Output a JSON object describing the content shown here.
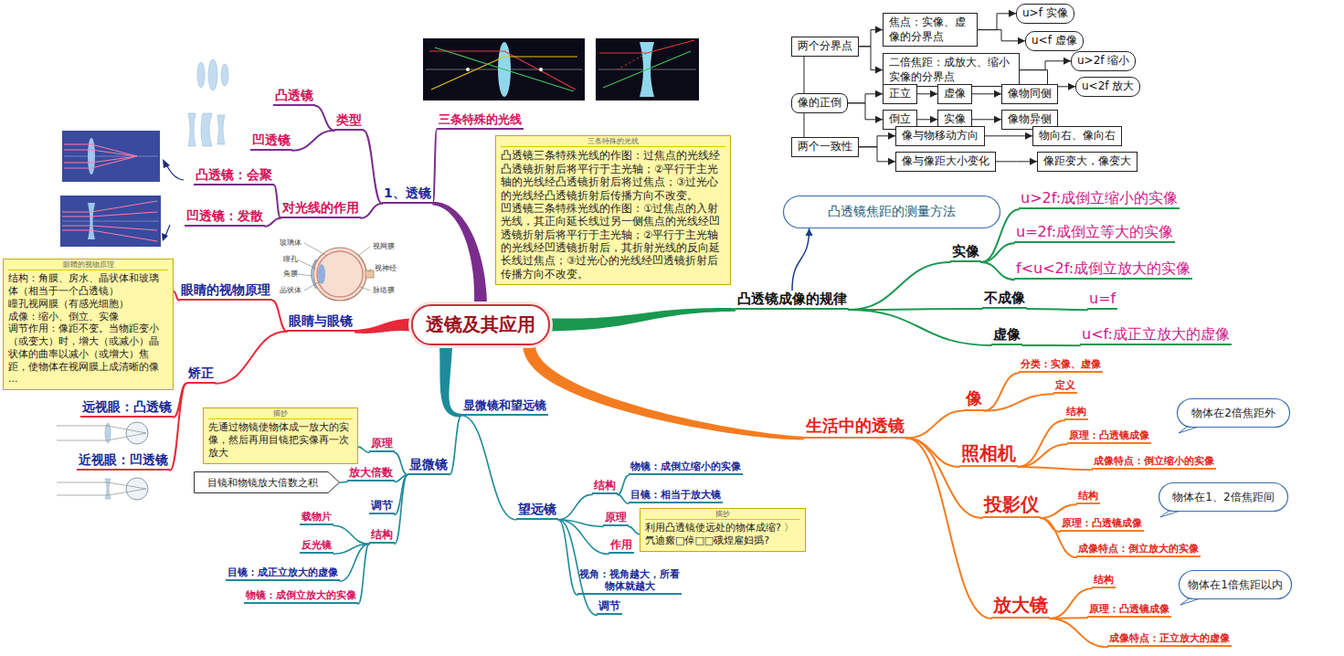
{
  "diagram": {
    "nodes": [
      {
        "text": [
          "透镜及其应用"
        ]
      },
      {
        "text": [
          "1、透镜"
        ]
      },
      {
        "text": [
          "类型"
        ]
      },
      {
        "text": [
          "凸透镜"
        ]
      },
      {
        "text": [
          "凹透镜"
        ]
      },
      {
        "text": [
          "对光线的作用"
        ]
      },
      {
        "text": [
          "凸透镜：会聚"
        ]
      },
      {
        "text": [
          "凹透镜：发散"
        ]
      },
      {
        "text": [
          "三条特殊的光线"
        ]
      },
      {
        "text": [
          "三条特殊的光线",
          "凸透镜三条特殊光线的作图：过焦点的光线经凸透镜折射后将平行于主光轴；②平行于主光轴的光线经凸透镜折射后将过焦点；③过光心的光线经凸透镜折射后传播方向不改变。",
          "凹透镜三条特殊光线的作图：①过焦点的入射光线，其正向延长线过另一侧焦点的光线经凹透镜折射后将平行于主光轴；②平行于主光轴的光线经凹透镜折射后，其折射光线的反向延长线过焦点；③过光心的光线经凹透镜折射后传播方向不改变。"
        ]
      },
      {
        "text": [
          "眼睛与眼镜"
        ]
      },
      {
        "text": [
          "眼睛的视物原理"
        ]
      },
      {
        "text": [
          "眼睛的视物原理",
          "结构：角膜、房水、晶状体和玻璃体（相当于一个凸透镜）",
          "瞳孔视网膜（有感光细胞）",
          "成像：缩小、倒立、实像",
          "调节作用：像距不变。当物距变小（或变大）时，增大（或减小）晶状体的曲率以减小（或增大）焦距，使物体在视网膜上成清晰的像",
          "..."
        ]
      },
      {
        "text": [
          "矫正"
        ]
      },
      {
        "text": [
          "远视眼：凸透镜"
        ]
      },
      {
        "text": [
          "近视眼：凹透镜"
        ]
      },
      {
        "text": [
          "显微镜和望远镜"
        ]
      },
      {
        "text": [
          "显微镜"
        ]
      },
      {
        "text": [
          "原理"
        ]
      },
      {
        "text": [
          "摘抄",
          "先通过物镜使物体成一放大的实像，然后再用目镜把实像再一次放大"
        ]
      },
      {
        "text": [
          "放大倍数"
        ]
      },
      {
        "text": [
          "目镜和物镜放大倍数之积"
        ]
      },
      {
        "text": [
          "调节"
        ]
      },
      {
        "text": [
          "结构"
        ]
      },
      {
        "text": [
          "载物片"
        ]
      },
      {
        "text": [
          "反光镜"
        ]
      },
      {
        "text": [
          "目镜：成正立放大的虚像"
        ]
      },
      {
        "text": [
          "物镜：成倒立放大的实像"
        ]
      },
      {
        "text": [
          "望远镜"
        ]
      },
      {
        "text": [
          "结构"
        ]
      },
      {
        "text": [
          "物镜：成倒立缩小的实像"
        ]
      },
      {
        "text": [
          "目镜：相当于放大镜"
        ]
      },
      {
        "text": [
          "原理"
        ]
      },
      {
        "text": [
          "摘抄",
          "利用凸透镜使远处的物体成缩? 〉氕迪瘢□倬□□硪煌雇妇撝?"
        ]
      },
      {
        "text": [
          "作用"
        ]
      },
      {
        "text": [
          "视角：视角越大，所看物体就越大"
        ]
      },
      {
        "text": [
          "调节"
        ]
      },
      {
        "text": [
          "凸透镜成像的规律"
        ]
      },
      {
        "text": [
          "凸透镜焦距的测量方法"
        ]
      },
      {
        "text": [
          "实像"
        ]
      },
      {
        "text": [
          "u>2f:成倒立缩小的实像"
        ]
      },
      {
        "text": [
          "u=2f:成倒立等大的实像"
        ]
      },
      {
        "text": [
          "f<u<2f:成倒立放大的实像"
        ]
      },
      {
        "text": [
          "不成像"
        ]
      },
      {
        "text": [
          "u=f"
        ]
      },
      {
        "text": [
          "虚像"
        ]
      },
      {
        "text": [
          "u<f:成正立放大的虚像"
        ]
      },
      {
        "text": [
          "两个分界点"
        ]
      },
      {
        "text": [
          "焦点：实像、虚像的分界点"
        ]
      },
      {
        "text": [
          "u>f 实像"
        ]
      },
      {
        "text": [
          "u<f 虚像"
        ]
      },
      {
        "text": [
          "二倍焦距：成放大、缩小实像的分界点"
        ]
      },
      {
        "text": [
          "u>2f 缩小"
        ]
      },
      {
        "text": [
          "u<2f 放大"
        ]
      },
      {
        "text": [
          "像的正倒"
        ]
      },
      {
        "text": [
          "正立"
        ]
      },
      {
        "text": [
          "虚像"
        ]
      },
      {
        "text": [
          "像物同侧"
        ]
      },
      {
        "text": [
          "倒立"
        ]
      },
      {
        "text": [
          "实像"
        ]
      },
      {
        "text": [
          "像物异侧"
        ]
      },
      {
        "text": [
          "两个一致性"
        ]
      },
      {
        "text": [
          "像与物移动方向"
        ]
      },
      {
        "text": [
          "物向右、像向右"
        ]
      },
      {
        "text": [
          "像与像距大小变化"
        ]
      },
      {
        "text": [
          "像距变大，像变大"
        ]
      },
      {
        "text": [
          "生活中的透镜"
        ]
      },
      {
        "text": [
          "像"
        ]
      },
      {
        "text": [
          "分类：实像、虚像"
        ]
      },
      {
        "text": [
          "定义"
        ]
      },
      {
        "text": [
          "照相机"
        ]
      },
      {
        "text": [
          "结构"
        ]
      },
      {
        "text": [
          "原理：凸透镜成像"
        ]
      },
      {
        "text": [
          "成像特点：倒立缩小的实像"
        ]
      },
      {
        "text": [
          "物体在2倍焦距外"
        ]
      },
      {
        "text": [
          "投影仪"
        ]
      },
      {
        "text": [
          "结构"
        ]
      },
      {
        "text": [
          "原理：凸透镜成像"
        ]
      },
      {
        "text": [
          "成像特点：倒立放大的实像"
        ]
      },
      {
        "text": [
          "物体在1、2倍焦距间"
        ]
      },
      {
        "text": [
          "放大镜"
        ]
      },
      {
        "text": [
          "结构"
        ]
      },
      {
        "text": [
          "原理：凸透镜成像"
        ]
      },
      {
        "text": [
          "成像特点：正立放大的虚像"
        ]
      },
      {
        "text": [
          "物体在1倍焦距以内"
        ]
      }
    ],
    "edges": [
      {
        "from": 0,
        "to": 1,
        "arrow": "none"
      },
      {
        "from": 1,
        "to": 2,
        "arrow": "none"
      },
      {
        "from": 2,
        "to": 3,
        "arrow": "none"
      },
      {
        "from": 2,
        "to": 4,
        "arrow": "none"
      },
      {
        "from": 1,
        "to": 5,
        "arrow": "none"
      },
      {
        "from": 5,
        "to": 6,
        "arrow": "none"
      },
      {
        "from": 5,
        "to": 7,
        "arrow": "none"
      },
      {
        "from": 1,
        "to": 8,
        "arrow": "none"
      },
      {
        "from": 0,
        "to": 10,
        "arrow": "none"
      },
      {
        "from": 10,
        "to": 11,
        "arrow": "none"
      },
      {
        "from": 11,
        "to": 12,
        "arrow": "none"
      },
      {
        "from": 10,
        "to": 13,
        "arrow": "none"
      },
      {
        "from": 13,
        "to": 14,
        "arrow": "none"
      },
      {
        "from": 13,
        "to": 15,
        "arrow": "none"
      },
      {
        "from": 0,
        "to": 16,
        "arrow": "none"
      },
      {
        "from": 16,
        "to": 17,
        "arrow": "none"
      },
      {
        "from": 17,
        "to": 18,
        "arrow": "none"
      },
      {
        "from": 18,
        "to": 19,
        "arrow": "none"
      },
      {
        "from": 17,
        "to": 20,
        "arrow": "none"
      },
      {
        "from": 20,
        "to": 21,
        "arrow": "none"
      },
      {
        "from": 17,
        "to": 22,
        "arrow": "none"
      },
      {
        "from": 17,
        "to": 23,
        "arrow": "none"
      },
      {
        "from": 23,
        "to": 24,
        "arrow": "none"
      },
      {
        "from": 23,
        "to": 25,
        "arrow": "none"
      },
      {
        "from": 23,
        "to": 26,
        "arrow": "none"
      },
      {
        "from": 23,
        "to": 27,
        "arrow": "none"
      },
      {
        "from": 16,
        "to": 28,
        "arrow": "none"
      },
      {
        "from": 28,
        "to": 29,
        "arrow": "none"
      },
      {
        "from": 29,
        "to": 30,
        "arrow": "none"
      },
      {
        "from": 29,
        "to": 31,
        "arrow": "none"
      },
      {
        "from": 28,
        "to": 32,
        "arrow": "none"
      },
      {
        "from": 32,
        "to": 33,
        "arrow": "none"
      },
      {
        "from": 28,
        "to": 34,
        "arrow": "none"
      },
      {
        "from": 28,
        "to": 35,
        "arrow": "none"
      },
      {
        "from": 28,
        "to": 36,
        "arrow": "none"
      },
      {
        "from": 0,
        "to": 37,
        "arrow": "none"
      },
      {
        "from": 37,
        "to": 38,
        "arrow": "to"
      },
      {
        "from": 37,
        "to": 39,
        "arrow": "none"
      },
      {
        "from": 39,
        "to": 40,
        "arrow": "none"
      },
      {
        "from": 39,
        "to": 41,
        "arrow": "none"
      },
      {
        "from": 39,
        "to": 42,
        "arrow": "none"
      },
      {
        "from": 37,
        "to": 43,
        "arrow": "none"
      },
      {
        "from": 43,
        "to": 44,
        "arrow": "none"
      },
      {
        "from": 37,
        "to": 45,
        "arrow": "none"
      },
      {
        "from": 45,
        "to": 46,
        "arrow": "none"
      },
      {
        "from": 47,
        "to": 48,
        "arrow": "to"
      },
      {
        "from": 48,
        "to": 49,
        "arrow": "to"
      },
      {
        "from": 48,
        "to": 50,
        "arrow": "to"
      },
      {
        "from": 47,
        "to": 51,
        "arrow": "to"
      },
      {
        "from": 51,
        "to": 52,
        "arrow": "to"
      },
      {
        "from": 51,
        "to": 53,
        "arrow": "to"
      },
      {
        "from": 47,
        "to": 54,
        "arrow": "none"
      },
      {
        "from": 54,
        "to": 55,
        "arrow": "to"
      },
      {
        "from": 55,
        "to": 56,
        "arrow": "to"
      },
      {
        "from": 56,
        "to": 57,
        "arrow": "to"
      },
      {
        "from": 54,
        "to": 58,
        "arrow": "to"
      },
      {
        "from": 58,
        "to": 59,
        "arrow": "to"
      },
      {
        "from": 59,
        "to": 60,
        "arrow": "to"
      },
      {
        "from": 54,
        "to": 61,
        "arrow": "none"
      },
      {
        "from": 61,
        "to": 62,
        "arrow": "to"
      },
      {
        "from": 62,
        "to": 63,
        "arrow": "to"
      },
      {
        "from": 61,
        "to": 64,
        "arrow": "to"
      },
      {
        "from": 64,
        "to": 65,
        "arrow": "to"
      },
      {
        "from": 0,
        "to": 66,
        "arrow": "none"
      },
      {
        "from": 66,
        "to": 67,
        "arrow": "none"
      },
      {
        "from": 67,
        "to": 68,
        "arrow": "none"
      },
      {
        "from": 67,
        "to": 69,
        "arrow": "none"
      },
      {
        "from": 66,
        "to": 70,
        "arrow": "none"
      },
      {
        "from": 70,
        "to": 71,
        "arrow": "none"
      },
      {
        "from": 70,
        "to": 72,
        "arrow": "none"
      },
      {
        "from": 70,
        "to": 73,
        "arrow": "none"
      },
      {
        "from": 66,
        "to": 75,
        "arrow": "none"
      },
      {
        "from": 75,
        "to": 76,
        "arrow": "none"
      },
      {
        "from": 75,
        "to": 77,
        "arrow": "none"
      },
      {
        "from": 75,
        "to": 78,
        "arrow": "none"
      },
      {
        "from": 66,
        "to": 80,
        "arrow": "none"
      },
      {
        "from": 80,
        "to": 81,
        "arrow": "none"
      },
      {
        "from": 80,
        "to": 82,
        "arrow": "none"
      },
      {
        "from": 80,
        "to": 83,
        "arrow": "none"
      }
    ],
    "labels": [
      "玻璃体",
      "瞳孔",
      "角膜",
      "晶状体",
      "视网膜",
      "视神经",
      "脉络膜"
    ]
  }
}
